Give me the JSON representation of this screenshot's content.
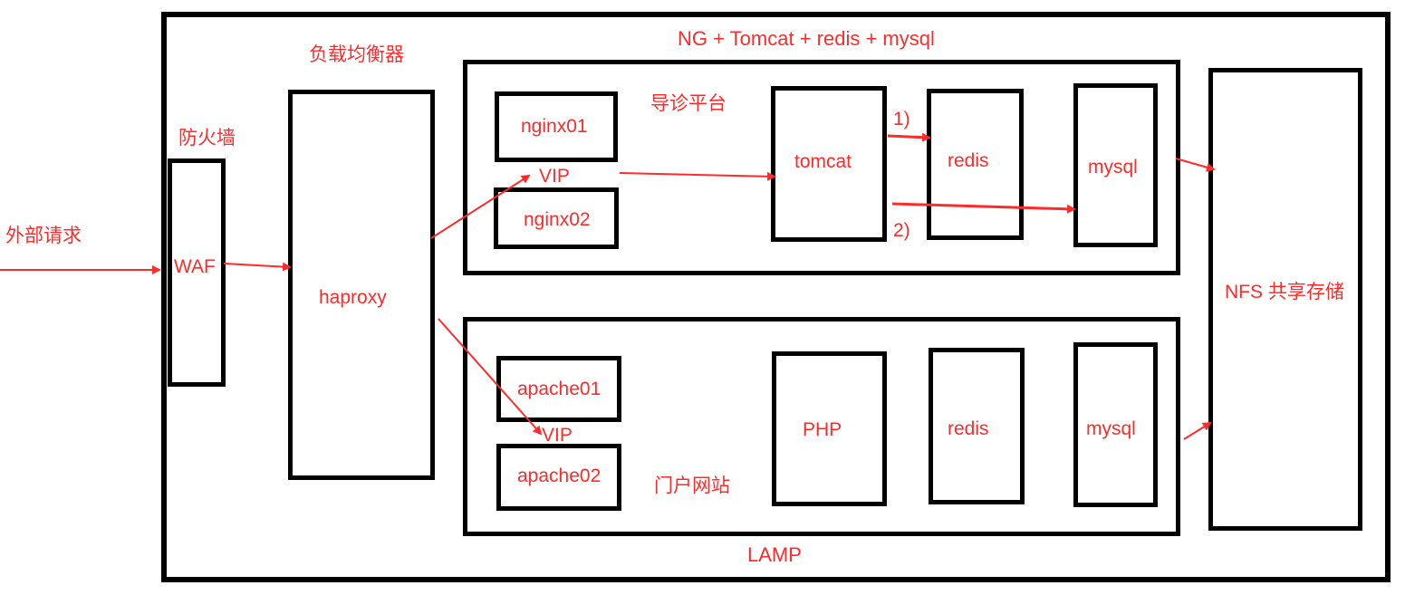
{
  "diagram": {
    "title_top": "NG + Tomcat + redis + mysql",
    "title_bottom": "LAMP",
    "load_balancer_label": "负载均衡器",
    "firewall_label": "防火墙",
    "external_request_label": "外部请求",
    "waf_label": "WAF",
    "haproxy_label": "haproxy",
    "ng_group": {
      "name": "导诊平台",
      "nginx01": "nginx01",
      "nginx02": "nginx02",
      "vip": "VIP",
      "tomcat": "tomcat",
      "redis": "redis",
      "mysql": "mysql",
      "step1": "1)",
      "step2": "2)"
    },
    "lamp_group": {
      "name": "门户网站",
      "apache01": "apache01",
      "apache02": "apache02",
      "vip": "VIP",
      "php": "PHP",
      "redis": "redis",
      "mysql": "mysql"
    },
    "nfs_label": "NFS 共享存储",
    "colors": {
      "label": "#ff2a2a",
      "box": "#000000",
      "arrow": "#ff2a2a"
    }
  }
}
